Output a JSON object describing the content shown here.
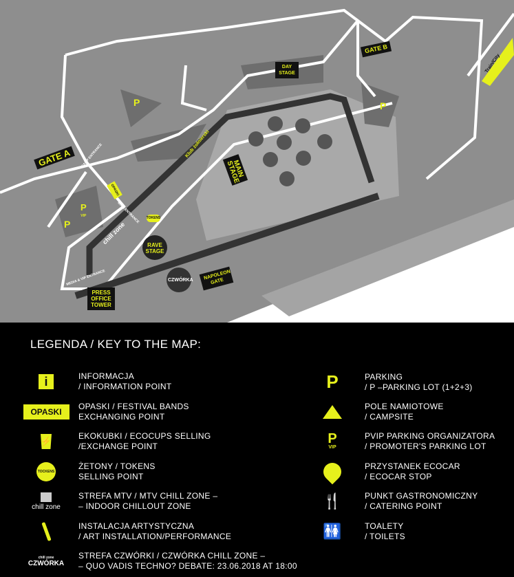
{
  "map": {
    "gates": [
      "GATE A",
      "GATE B"
    ],
    "stages": {
      "day": "DAY STAGE",
      "main": "MAIN STAGE",
      "rave": "RAVE STAGE"
    },
    "press": "PRESS OFFICE TOWER",
    "napoleon": "NAPOLEON GATE",
    "klub": "Klub żołnierski",
    "train": "Train/City",
    "chill": "chill zone",
    "camp_entrance": "CAMP ENTRANCE",
    "main_entrance": "MAIN ENTRANCE",
    "media_entrance": "MEDIA & VIP ENTRANCE",
    "opaski": "OPASKI",
    "tokens": "TOKENS",
    "parking": "P",
    "vip": "VIP",
    "czworka": "CZWÓRKA"
  },
  "legend": {
    "title": "LEGENDA / KEY TO THE MAP:",
    "left": [
      {
        "icon": "info-icon",
        "glyph": "i",
        "l1": "INFORMACJA",
        "l2": "/ INFORMATION POINT"
      },
      {
        "icon": "opaski-icon",
        "glyph": "OPASKI",
        "l1": "OPASKI / FESTIVAL BANDS",
        "l2": "EXCHANGING POINT"
      },
      {
        "icon": "ecocup-icon",
        "glyph": "⚡",
        "l1": "EKOKUBKI / ECOCUPS SELLING",
        "l2": "/EXCHANGE POINT"
      },
      {
        "icon": "tokens-icon",
        "glyph": "TOCKENS",
        "l1": "ŻETONY / TOKENS",
        "l2": "SELLING POINT"
      },
      {
        "icon": "mtv-chill-zone-icon",
        "glyph": "chill zone",
        "l1": "STREFA MTV / MTV CHILL ZONE –",
        "l2": "– INDOOR CHILLOUT ZONE"
      },
      {
        "icon": "brush-icon",
        "glyph": "",
        "l1": "INSTALACJA ARTYSTYCZNA",
        "l2": "/ ART INSTALLATION/PERFORMANCE"
      },
      {
        "icon": "czworka-icon",
        "glyph": "CZWÓRKA",
        "l1": "STREFA CZWÓRKI / CZWÓRKA CHILL ZONE –",
        "l2": "– QUO VADIS TECHNO? DEBATE: 23.06.2018 AT 18:00"
      }
    ],
    "right": [
      {
        "icon": "parking-icon",
        "glyph": "P",
        "l1": "PARKING",
        "l2": "/ P –PARKING LOT (1+2+3)"
      },
      {
        "icon": "campsite-icon",
        "glyph": "⛺",
        "l1": "POLE NAMIOTOWE",
        "l2": "/ CAMPSITE"
      },
      {
        "icon": "vip-parking-icon",
        "glyph": "P",
        "l1": "PVIP PARKING ORGANIZATORA",
        "l2": " / PROMOTER'S PARKING LOT"
      },
      {
        "icon": "ecocar-stop-icon",
        "glyph": "",
        "l1": "PRZYSTANEK ECOCAR",
        "l2": "/ ECOCAR STOP"
      },
      {
        "icon": "catering-icon",
        "glyph": "🍴",
        "l1": "PUNKT GASTRONOMICZNY",
        "l2": "/ CATERING POINT"
      },
      {
        "icon": "toilets-icon",
        "glyph": "🚻",
        "l1": "TOALETY",
        "l2": "/ TOILETS"
      }
    ]
  }
}
